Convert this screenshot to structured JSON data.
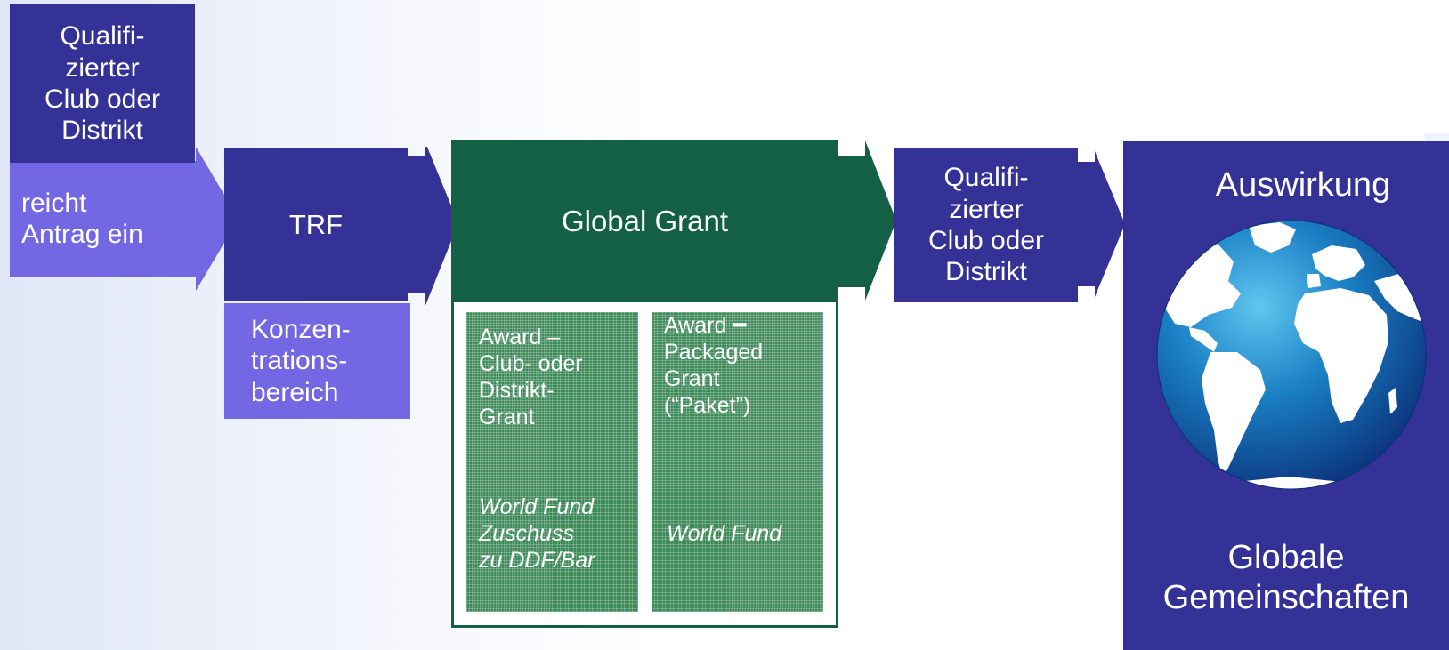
{
  "source_box": {
    "title": "Qualifi-\nzierter\nClub oder\nDistrikt",
    "action": "reicht\nAntrag ein"
  },
  "trf_box": {
    "label": "TRF",
    "focus_area": "Konzen-\ntrations-\nbereich"
  },
  "global_grant": {
    "title": "Global Grant",
    "awards": [
      {
        "title": "Award –\nClub- oder\nDistrikt-\nGrant",
        "funding": "World Fund\nZuschuss\nzu DDF/Bar"
      },
      {
        "title": "Award ━\nPackaged\nGrant\n(“Paket”)",
        "funding": "World Fund"
      }
    ]
  },
  "recipient_box": {
    "title": "Qualifi-\nzierter\nClub oder\nDistrikt"
  },
  "impact_box": {
    "title": "Auswirkung",
    "globe_icon": "globe-icon",
    "caption": "Globale\nGemeinschaften"
  },
  "colors": {
    "navy": "#343296",
    "lavender": "#7467e4",
    "dark_green": "#136044",
    "hatched_green": "#3e8a59",
    "globe_ocean": "#1a7fc4",
    "background_tint": "#e9eef8"
  }
}
